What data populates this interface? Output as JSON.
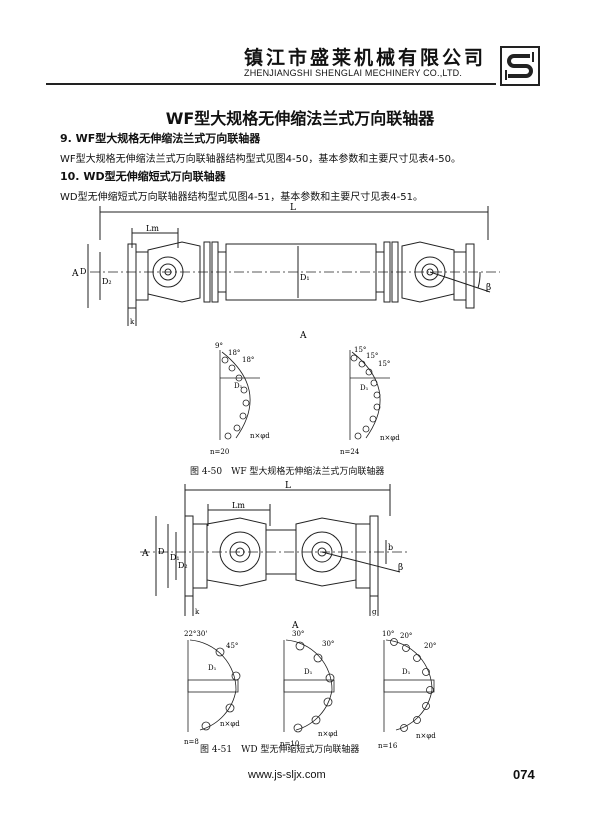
{
  "header": {
    "company_cn": "镇江市盛莱机械有限公司",
    "company_en": "ZHENJIANGSHI SHENGLAI MECHINERY CO.,LTD.",
    "logo_icon": "company-logo-icon"
  },
  "title": "WF型大规格无伸缩法兰式万向联轴器",
  "sections": [
    {
      "heading": "9. WF型大规格无伸缩法兰式万向联轴器",
      "text": "WF型大规格无伸缩法兰式万向联轴器结构型式见图4-50，基本参数和主要尺寸见表4-50。"
    },
    {
      "heading": "10. WD型无伸缩短式万向联轴器",
      "text": "WD型无伸缩短式万向联轴器结构型式见图4-51，基本参数和主要尺寸见表4-51。"
    }
  ],
  "figure1": {
    "labels": {
      "L": "L",
      "Lm": "Lm",
      "A": "A",
      "D": "D",
      "D2": "D₂",
      "D1": "D₁",
      "k": "k",
      "beta": "β",
      "A_view": "A"
    },
    "details": [
      {
        "angles": [
          "9°",
          "18°",
          "18°"
        ],
        "D1": "D₁",
        "holes": "n×φd",
        "n": "n=20"
      },
      {
        "angles": [
          "15°",
          "15°",
          "15°"
        ],
        "D1": "D₁",
        "holes": "n×φd",
        "n": "n=24"
      }
    ],
    "caption": "图 4-50　WF 型大规格无伸缩法兰式万向联轴器"
  },
  "figure2": {
    "labels": {
      "L": "L",
      "Lm": "Lm",
      "A": "A",
      "D": "D",
      "D1": "D₁",
      "D2": "D₂",
      "b": "b",
      "g": "g",
      "k": "k",
      "beta": "β",
      "A_view": "A"
    },
    "details": [
      {
        "angles": [
          "22°30'",
          "45°"
        ],
        "D1": "D₁",
        "holes": "n×φd",
        "n": "n=8"
      },
      {
        "angles": [
          "30°",
          "30°"
        ],
        "D1": "D₁",
        "holes": "n×φd",
        "n": "n=10"
      },
      {
        "angles": [
          "10°",
          "20°",
          "20°"
        ],
        "D1": "D₁",
        "holes": "n×φd",
        "n": "n=16"
      }
    ],
    "caption": "图 4-51　WD 型无伸缩短式万向联轴器"
  },
  "footer": {
    "url": "www.js-sljx.com",
    "page": "074"
  }
}
